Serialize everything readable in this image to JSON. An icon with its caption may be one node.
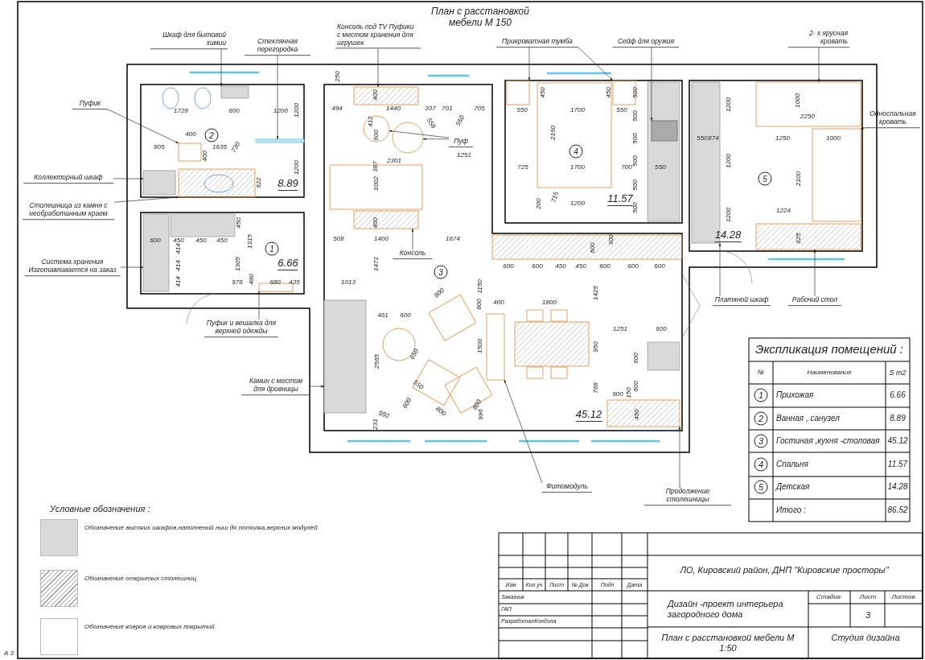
{
  "diagram": {
    "title": "План с расстановкой мебели М 150",
    "nodes": [
      {
        "text": [
          "Шкаф для бытовой химии"
        ]
      },
      {
        "text": [
          "Стеклянная перегородка"
        ]
      },
      {
        "text": [
          "Пуфик"
        ]
      },
      {
        "text": [
          "Коллекторный шкаф"
        ]
      },
      {
        "text": [
          "Столешница из камня с необработанным краем"
        ]
      },
      {
        "text": [
          "Система хранения Изготавливается на заказ"
        ]
      },
      {
        "text": [
          "Пуфик и вешалка для верхней одежды"
        ]
      },
      {
        "text": [
          "Консоль под TV Пуфики с местом хранения для игрушек"
        ]
      },
      {
        "text": [
          "Пуф"
        ]
      },
      {
        "text": [
          "Консоль"
        ]
      },
      {
        "text": [
          "Прикроватная тумба"
        ]
      },
      {
        "text": [
          "Сейф для оружия"
        ]
      },
      {
        "text": [
          "2- х ярусная кровать"
        ]
      },
      {
        "text": [
          "Односпальная кровать"
        ]
      },
      {
        "text": [
          "Платяной шкаф"
        ]
      },
      {
        "text": [
          "Рабочий стол"
        ]
      },
      {
        "text": [
          "Камин с местом для дровницы"
        ]
      },
      {
        "text": [
          "Фитомодуль"
        ]
      },
      {
        "text": [
          "Продолжение столешницы"
        ]
      },
      {
        "text": [
          "2"
        ]
      },
      {
        "text": [
          "4"
        ]
      },
      {
        "text": [
          "5"
        ]
      },
      {
        "text": [
          "1"
        ]
      },
      {
        "text": [
          "3"
        ]
      },
      {
        "text": [],
        "shape": "box"
      },
      {
        "text": [],
        "shape": "box"
      },
      {
        "text": [],
        "shape": "box"
      },
      {
        "text": [],
        "shape": "box"
      },
      {
        "text": [],
        "shape": "box"
      },
      {
        "text": [],
        "shape": "circle"
      },
      {
        "text": [],
        "shape": "circle"
      },
      {
        "text": [],
        "shape": "box"
      },
      {
        "text": [],
        "shape": "box"
      },
      {
        "text": [],
        "shape": "bar"
      },
      {
        "text": [],
        "shape": "box"
      },
      {
        "text": [],
        "shape": "box"
      },
      {
        "text": [],
        "shape": "box"
      },
      {
        "text": [],
        "shape": "box"
      },
      {
        "text": [],
        "shape": "box"
      },
      {
        "text": [],
        "shape": "box"
      },
      {
        "text": [],
        "shape": "box"
      },
      {
        "text": [],
        "shape": "box"
      },
      {
        "text": [],
        "shape": "box"
      },
      {
        "text": [],
        "shape": "box"
      },
      {
        "text": [],
        "shape": "box"
      }
    ],
    "edges": [
      {
        "from": 0,
        "to": 24,
        "arrow": "to"
      },
      {
        "from": 1,
        "to": 33,
        "arrow": "to"
      },
      {
        "from": 2,
        "to": 34,
        "arrow": "to"
      },
      {
        "from": 3,
        "to": 35,
        "arrow": "to"
      },
      {
        "from": 4,
        "to": 36,
        "arrow": "to"
      },
      {
        "from": 5,
        "to": 38,
        "arrow": "to"
      },
      {
        "from": 6,
        "to": 41,
        "arrow": "to"
      },
      {
        "from": 7,
        "to": 25,
        "arrow": "to"
      },
      {
        "from": 8,
        "to": 29,
        "arrow": "to"
      },
      {
        "from": 8,
        "to": 30,
        "arrow": "to"
      },
      {
        "from": 9,
        "to": 37,
        "arrow": "to"
      },
      {
        "from": 10,
        "to": 26,
        "arrow": "to"
      },
      {
        "from": 10,
        "to": 27,
        "arrow": "to"
      },
      {
        "from": 11,
        "to": 31,
        "arrow": "to"
      },
      {
        "from": 12,
        "to": 28,
        "arrow": "to"
      },
      {
        "from": 13,
        "to": 32,
        "arrow": "to"
      },
      {
        "from": 14,
        "to": 40,
        "arrow": "to"
      },
      {
        "from": 15,
        "to": 39,
        "arrow": "to"
      },
      {
        "from": 16,
        "to": 42,
        "arrow": "to"
      },
      {
        "from": 17,
        "to": 43,
        "arrow": "to"
      },
      {
        "from": 18,
        "to": 44,
        "arrow": "to"
      }
    ],
    "labels": [
      "1728",
      "600",
      "1200",
      "1200",
      "400",
      "805",
      "1635",
      "730",
      "400",
      "622",
      "1200",
      "450",
      "600",
      "450",
      "450",
      "450",
      "414",
      "1315",
      "414",
      "1305",
      "414",
      "480",
      "976",
      "680",
      "435",
      "250",
      "400",
      "494",
      "1440",
      "337",
      "701",
      "705",
      "412",
      "558",
      "550",
      "600",
      "2301",
      "1251",
      "387",
      "1002",
      "400",
      "508",
      "1400",
      "1674",
      "300",
      "600",
      "600",
      "600",
      "450",
      "450",
      "600",
      "600",
      "600",
      "1471",
      "1013",
      "800",
      "1150",
      "800",
      "400",
      "1800",
      "1425",
      "461",
      "600",
      "1251",
      "600",
      "650",
      "1500",
      "950",
      "2565",
      "600",
      "550",
      "768",
      "600",
      "150",
      "900",
      "600",
      "800",
      "800",
      "996",
      "550",
      "450",
      "231",
      "450",
      "450",
      "500",
      "550",
      "1700",
      "550",
      "500",
      "2160",
      "500",
      "500",
      "725",
      "1700",
      "700",
      "550",
      "500",
      "715",
      "200",
      "1200",
      "500",
      "1200",
      "1000",
      "2250",
      "550",
      "874",
      "1250",
      "1000",
      "1200",
      "2100",
      "1224",
      "1200",
      "625",
      "8.89",
      "6.66",
      "11.57",
      "14.28",
      "45.12",
      "Экспликация помещений :",
      "№",
      "Наименование",
      "S m2",
      "1",
      "Прихожая",
      "6.66",
      "2",
      "Ванная , санузел",
      "8.89",
      "3",
      "Гостиная ,кухня -столовая",
      "45.12",
      "4",
      "Спальня",
      "11.57",
      "5",
      "Детская",
      "14.28",
      "Условные обозначения :",
      "Итого :",
      "86.52",
      "Изм",
      "Кол уч",
      "Лист",
      "№ Док",
      "Подп",
      "Дата",
      "Заказчик",
      "ГАП",
      "Разработал",
      "Кондола",
      "ЛО, Кировский район, ДНП \"Кировские просторы\"",
      "Дизайн -проект интерьера загородного дома",
      "Стадия",
      "Лист",
      "Листов",
      "3",
      "План с расстановкой мебели М 1:50",
      "Студия дизайна",
      "А 3"
    ],
    "legend": [
      {
        "text": "Обозначение высоких шкафов,наполнений ниш до потолка,верхних модулей",
        "color": "#d9d9d9"
      },
      {
        "text": "Обозначение открытых столешниц"
      },
      {
        "text": "Обозначение ковров и ковровых покрытий"
      }
    ]
  }
}
